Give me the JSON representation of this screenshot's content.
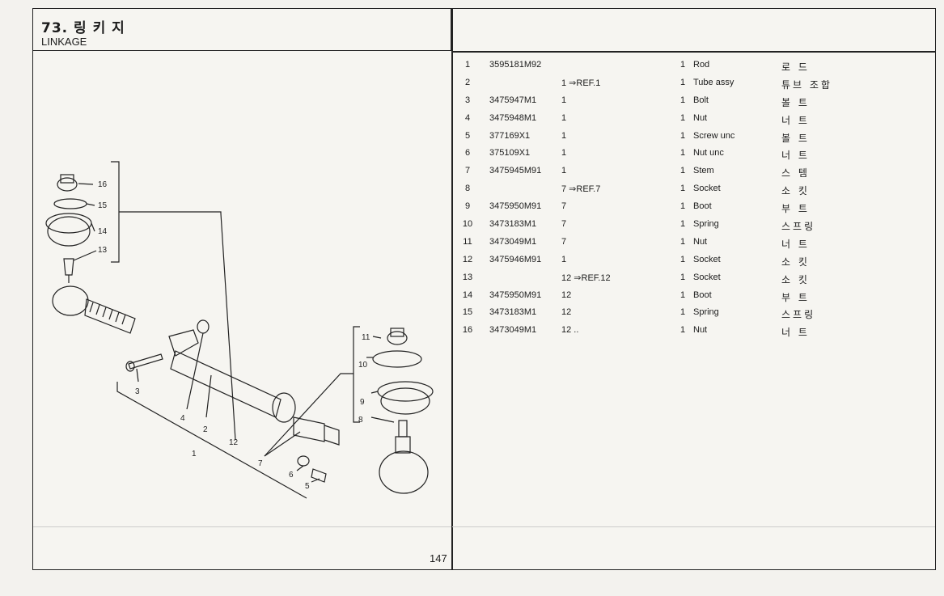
{
  "header": {
    "title": "73. 링 키 지",
    "subtitle": "LINKAGE"
  },
  "page_number": "147",
  "callouts": [
    "16",
    "15",
    "14",
    "13",
    "3",
    "4",
    "2",
    "12",
    "1",
    "11",
    "10",
    "9",
    "8",
    "7",
    "6",
    "5"
  ],
  "parts": [
    {
      "no": "1",
      "part": "3595181M92",
      "ref": "",
      "qty": "1",
      "desc": "Rod",
      "kor": "로 드"
    },
    {
      "no": "2",
      "part": "",
      "ref": "1 ⇒REF.1",
      "qty": "1",
      "desc": "Tube assy",
      "kor": "튜브 조합"
    },
    {
      "no": "3",
      "part": "3475947M1",
      "ref": "1",
      "qty": "1",
      "desc": "Bolt",
      "kor": "볼 트"
    },
    {
      "no": "4",
      "part": "3475948M1",
      "ref": "1",
      "qty": "1",
      "desc": "Nut",
      "kor": "너 트"
    },
    {
      "no": "5",
      "part": "377169X1",
      "ref": "1",
      "qty": "1",
      "desc": "Screw unc",
      "kor": "볼 트"
    },
    {
      "no": "6",
      "part": "375109X1",
      "ref": "1",
      "qty": "1",
      "desc": "Nut unc",
      "kor": "너 트"
    },
    {
      "no": "7",
      "part": "3475945M91",
      "ref": "1",
      "qty": "1",
      "desc": "Stem",
      "kor": "스 템"
    },
    {
      "no": "8",
      "part": "",
      "ref": "7 ⇒REF.7",
      "qty": "1",
      "desc": "Socket",
      "kor": "소 킷"
    },
    {
      "no": "9",
      "part": "3475950M91",
      "ref": "7",
      "qty": "1",
      "desc": "Boot",
      "kor": "부 트"
    },
    {
      "no": "10",
      "part": "3473183M1",
      "ref": "7",
      "qty": "1",
      "desc": "Spring",
      "kor": "스프링"
    },
    {
      "no": "11",
      "part": "3473049M1",
      "ref": "7",
      "qty": "1",
      "desc": "Nut",
      "kor": "너 트"
    },
    {
      "no": "12",
      "part": "3475946M91",
      "ref": "1",
      "qty": "1",
      "desc": "Socket",
      "kor": "소 킷"
    },
    {
      "no": "13",
      "part": "",
      "ref": "12 ⇒REF.12",
      "qty": "1",
      "desc": "Socket",
      "kor": "소 킷"
    },
    {
      "no": "14",
      "part": "3475950M91",
      "ref": "12",
      "qty": "1",
      "desc": "Boot",
      "kor": "부 트"
    },
    {
      "no": "15",
      "part": "3473183M1",
      "ref": "12",
      "qty": "1",
      "desc": "Spring",
      "kor": "스프링"
    },
    {
      "no": "16",
      "part": "3473049M1",
      "ref": "12 ..",
      "qty": "1",
      "desc": "Nut",
      "kor": "너 트"
    }
  ]
}
